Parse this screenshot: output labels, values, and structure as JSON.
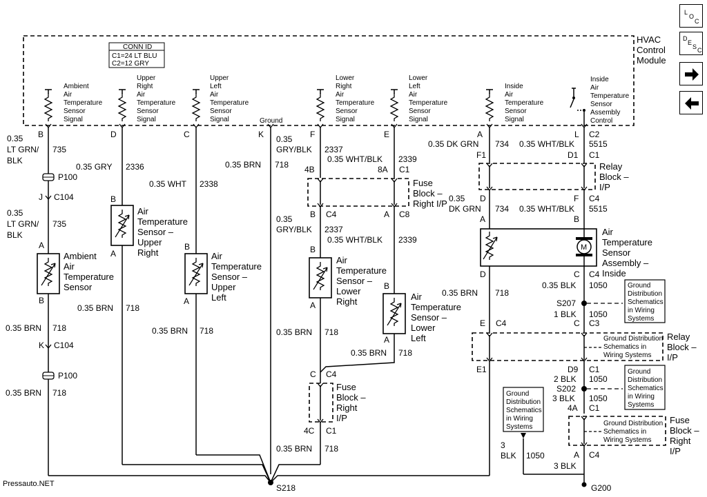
{
  "nav": {
    "loc": {
      "a": "L",
      "b": "O",
      "c": "C"
    },
    "desc": {
      "a": "D",
      "b": "E",
      "c": "S",
      "d": "C"
    },
    "next": "arrow-right-icon",
    "prev": "arrow-left-icon"
  },
  "module": {
    "l1": "HVAC",
    "l2": "Control",
    "l3": "Module"
  },
  "conn": {
    "title": "CONN ID",
    "c1": "C1=24 LT BLU",
    "c2": "C2=12 GRY"
  },
  "pins": {
    "amb": {
      "l1": "Ambient",
      "l2": "Air",
      "l3": "Temperature",
      "l4": "Sensor",
      "l5": "Signal",
      "pin": "B"
    },
    "ur": {
      "l1": "Upper",
      "l2": "Right",
      "l3": "Air",
      "l4": "Temperature",
      "l5": "Sensor",
      "l6": "Signal",
      "pin": "D"
    },
    "ul": {
      "l1": "Upper",
      "l2": "Left",
      "l3": "Air",
      "l4": "Temperature",
      "l5": "Sensor",
      "l6": "Signal",
      "pin": "C"
    },
    "gnd": {
      "l1": "Ground",
      "pin": "K"
    },
    "lr": {
      "l1": "Lower",
      "l2": "Right",
      "l3": "Air",
      "l4": "Temperature",
      "l5": "Sensor",
      "l6": "Signal",
      "pin": "F"
    },
    "ll": {
      "l1": "Lower",
      "l2": "Left",
      "l3": "Air",
      "l4": "Temperature",
      "l5": "Sensor",
      "l6": "Signal",
      "pin": "E"
    },
    "ins": {
      "l1": "Inside",
      "l2": "Air",
      "l3": "Temperature",
      "l4": "Sensor",
      "l5": "Signal",
      "pin": "A"
    },
    "insc": {
      "l1": "Inside",
      "l2": "Air",
      "l3": "Temperature",
      "l4": "Sensor",
      "l5": "Assembly",
      "l6": "Control",
      "pin": "L",
      "conn": "C2"
    }
  },
  "wires": {
    "amb1": {
      "a": "0.35",
      "b": "LT GRN/",
      "c": "BLK",
      "num": "735"
    },
    "p100a": "P100",
    "c104a": {
      "pin": "J",
      "conn": "C104"
    },
    "amb2": {
      "a": "0.35",
      "b": "LT GRN/",
      "c": "BLK",
      "num": "735"
    },
    "amb_a": "A",
    "amb_b": "B",
    "brn718a": {
      "g": "0.35 BRN",
      "num": "718"
    },
    "c104b": {
      "pin": "K",
      "conn": "C104"
    },
    "p100b": "P100",
    "brn718b": {
      "g": "0.35 BRN",
      "num": "718"
    },
    "gry": {
      "g": "0.35 GRY",
      "num": "2336"
    },
    "ur_b": "B",
    "ur_a": "A",
    "brn718c": {
      "g": "0.35 BRN",
      "num": "718"
    },
    "wht": {
      "g": "0.35 WHT",
      "num": "2338"
    },
    "ul_b": "B",
    "ul_a": "A",
    "brn718d": {
      "g": "0.35 BRN",
      "num": "718"
    },
    "gndw": {
      "g": "0.35 BRN",
      "num": "718"
    },
    "lr1": {
      "a": "0.35",
      "b": "GRY/BLK",
      "num": "2337"
    },
    "ll1": {
      "g": "0.35 WHT/BLK",
      "num": "2339"
    },
    "c1a": {
      "p1": "4B",
      "p2": "8A",
      "conn": "C1"
    },
    "c4a": {
      "p1": "B",
      "conn1": "C4",
      "p2": "A",
      "conn2": "C8"
    },
    "lr2": {
      "a": "0.35",
      "b": "GRY/BLK",
      "num": "2337"
    },
    "ll2": {
      "g": "0.35 WHT/BLK",
      "num": "2339"
    },
    "lr_b": "B",
    "lr_a": "A",
    "ll_b": "B",
    "ll_a": "A",
    "brn718e": {
      "g": "0.35 BRN",
      "num": "718"
    },
    "brn718f": {
      "g": "0.35 BRN",
      "num": "718"
    },
    "c4b": {
      "pin": "C",
      "conn": "C4"
    },
    "c1b": {
      "pin": "4C",
      "conn": "C1"
    },
    "brn718g": {
      "g": "0.35 BRN",
      "num": "718"
    },
    "dkgrn1": {
      "g": "0.35 DK GRN",
      "num": "734"
    },
    "whtblk1": {
      "g": "0.35 WHT/BLK",
      "num": "5515"
    },
    "c1c": {
      "p1": "F1",
      "p2": "D1",
      "conn": "C1"
    },
    "c4c": {
      "p1": "D",
      "p2": "F",
      "conn": "C4"
    },
    "dkgrn2": {
      "a": "0.35",
      "b": "DK GRN",
      "num": "734"
    },
    "whtblk2": {
      "g": "0.35 WHT/BLK",
      "num": "5515"
    },
    "ins_a": "A",
    "ins_b": "B",
    "ins_d": "D",
    "ins_c": {
      "pin": "C",
      "conn": "C4"
    },
    "blk1050a": {
      "g": "0.35 BLK",
      "num": "1050"
    },
    "s207": "S207",
    "blk1050b": {
      "g": "1 BLK",
      "num": "1050"
    },
    "c3": {
      "pin": "C",
      "conn": "C3"
    },
    "brn718h": {
      "g": "0.35 BRN",
      "num": "718"
    },
    "c4d": {
      "pin": "E",
      "conn": "C4"
    },
    "e1": "E1",
    "c1d": {
      "pin": "D9",
      "conn": "C1"
    },
    "blk1050c": {
      "g": "2 BLK",
      "num": "1050"
    },
    "s202": "S202",
    "blk1050d": {
      "g": "3 BLK",
      "num": "1050"
    },
    "c1e": {
      "pin": "4A",
      "conn": "C1"
    },
    "blk1050e": {
      "a": "3",
      "b": "BLK",
      "num": "1050"
    },
    "c4e": {
      "pin": "A",
      "conn": "C4"
    },
    "blk3": "3 BLK",
    "s218": "S218",
    "g200": "G200"
  },
  "components": {
    "amb": {
      "l1": "Ambient",
      "l2": "Air",
      "l3": "Temperature",
      "l4": "Sensor"
    },
    "ur": {
      "l1": "Air",
      "l2": "Temperature",
      "l3": "Sensor –",
      "l4": "Upper",
      "l5": "Right"
    },
    "ul": {
      "l1": "Air",
      "l2": "Temperature",
      "l3": "Sensor –",
      "l4": "Upper",
      "l5": "Left"
    },
    "lr": {
      "l1": "Air",
      "l2": "Temperature",
      "l3": "Sensor –",
      "l4": "Lower",
      "l5": "Right"
    },
    "ll": {
      "l1": "Air",
      "l2": "Temperature",
      "l3": "Sensor –",
      "l4": "Lower",
      "l5": "Left"
    },
    "ins": {
      "l1": "Air",
      "l2": "Temperature",
      "l3": "Sensor",
      "l4": "Assembly –",
      "l5": "Inside"
    },
    "fuse1": {
      "l1": "Fuse",
      "l2": "Block –",
      "l3": "Right I/P"
    },
    "fuse2": {
      "l1": "Fuse",
      "l2": "Block –",
      "l3": "Right",
      "l4": "I/P"
    },
    "relay1": {
      "l1": "Relay",
      "l2": "Block –",
      "l3": "I/P"
    },
    "relay2": {
      "l1": "Relay",
      "l2": "Block –",
      "l3": "I/P"
    },
    "fuse3": {
      "l1": "Fuse",
      "l2": "Block –",
      "l3": "Right",
      "l4": "I/P"
    }
  },
  "refs": {
    "gd1": {
      "l1": "Ground",
      "l2": "Distribution",
      "l3": "Schematics",
      "l4": "in Wiring",
      "l5": "Systems"
    },
    "gd2": {
      "l1": "Ground Distribution",
      "l2": "Schematics in",
      "l3": "Wiring Systems"
    },
    "gd3": {
      "l1": "Ground",
      "l2": "Distribution",
      "l3": "Schematics",
      "l4": "in Wiring",
      "l5": "Systems"
    },
    "gd4": {
      "l1": "Ground",
      "l2": "Distribution",
      "l3": "Schematics",
      "l4": "in Wiring",
      "l5": "Systems"
    },
    "gd5": {
      "l1": "Ground Distribution",
      "l2": "Schematics in",
      "l3": "Wiring Systems"
    }
  },
  "watermark": "Pressauto.NET"
}
